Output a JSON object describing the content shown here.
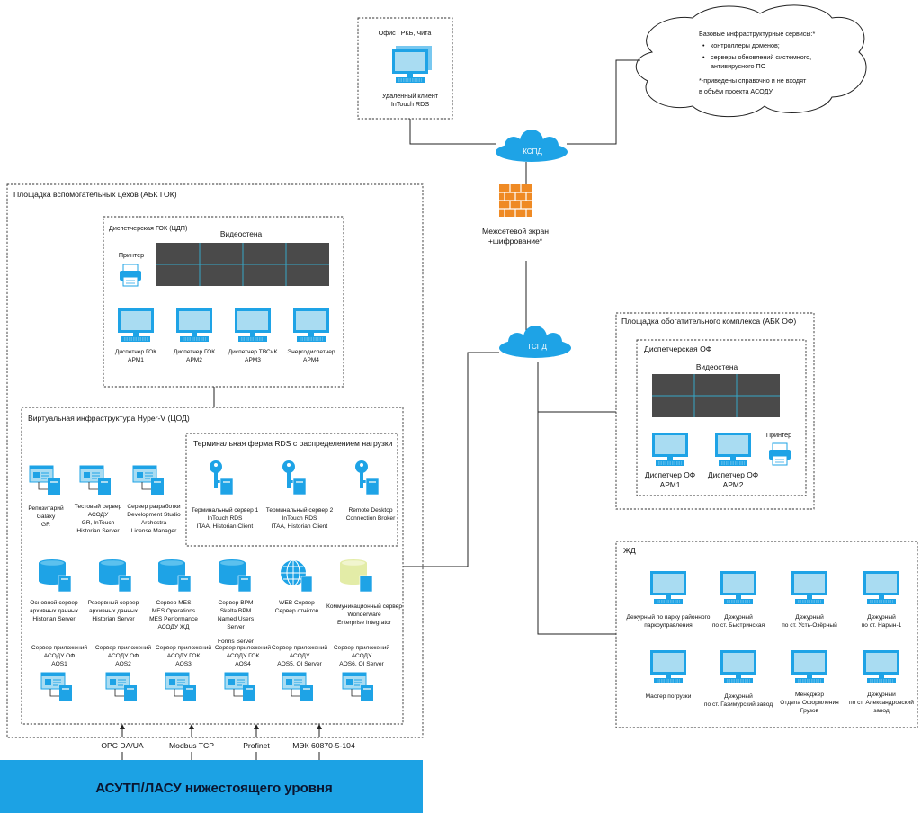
{
  "colors": {
    "accent_blue": "#1ea3e6",
    "band_blue": "#1ca2e4",
    "videowall_dark": "#4a4a4a",
    "videowall_grid": "#35a6c6",
    "icon_light": "#a9dcf2",
    "db_yellow": "#e3eca7"
  },
  "remote_office": {
    "title": "Офис ГРКБ, Чита",
    "client_line1": "Удалённый клиент",
    "client_line2": "InTouch RDS"
  },
  "info_cloud": {
    "title": "Базовые инфраструктурные сервисы:*",
    "bullet1": "контроллеры доменов;",
    "bullet2a": "серверы обновлений системного,",
    "bullet2b": "антивирусного ПО",
    "note1": "*-приведены справочно и не входят",
    "note2": "в объём проекта АСОДУ"
  },
  "network": {
    "kspd": "КСПД",
    "tspd": "ТСПД",
    "firewall_line1": "Межсетевой экран",
    "firewall_line2": "+шифрование*"
  },
  "gok": {
    "title": "Площадка вспомогательных цехов (АБК ГОК)",
    "control_room": {
      "title": "Диспетчерская ГОК (ЦДП)",
      "videowall": "Видеостена",
      "printer": "Принтер",
      "workstations": [
        {
          "line1": "Диспетчер ГОК",
          "line2": "АРМ1"
        },
        {
          "line1": "Диспетчер ГОК",
          "line2": "АРМ2"
        },
        {
          "line1": "Диспетчер ТВСиК",
          "line2": "АРМ3"
        },
        {
          "line1": "Энергодиспетчер",
          "line2": "АРМ4"
        }
      ]
    },
    "virtual": {
      "title": "Виртуальная инфраструктура Hyper-V (ЦОД)",
      "terminal_farm": {
        "title": "Терминальная ферма RDS с распределением нагрузки",
        "servers": [
          {
            "l1": "Терминальный сервер 1",
            "l2": "InTouch RDS",
            "l3": "ITAA, Historian Client"
          },
          {
            "l1": "Терминальный сервер 2",
            "l2": "InTouch RDS",
            "l3": "ITAA, Historian Client"
          },
          {
            "l1": "Remote Desktop",
            "l2": "Connection Broker",
            "l3": ""
          }
        ]
      },
      "app_servers_row1": [
        {
          "l1": "Репозитарий",
          "l2": "Galaxy",
          "l3": "GR",
          "l4": ""
        },
        {
          "l1": "Тестовый сервер",
          "l2": "АСОДУ",
          "l3": "GR, InTouch",
          "l4": "Historian Server"
        },
        {
          "l1": "Сервер разработки",
          "l2": "Development Studio",
          "l3": "Archestra",
          "l4": "License Manager"
        }
      ],
      "db_servers": [
        {
          "l1": "Основной сервер",
          "l2": "архивных данных",
          "l3": "Historian Server",
          "l4": ""
        },
        {
          "l1": "Резервный сервер",
          "l2": "архивных данных",
          "l3": "Historian Server",
          "l4": ""
        },
        {
          "l1": "Сервер MES",
          "l2": "MES Operations",
          "l3": "MES Performance",
          "l4": "АСОДУ ЖД"
        },
        {
          "l1": "Сервер BPM",
          "l2": "Skelta BPM",
          "l3": "Named Users",
          "l4": "Server"
        },
        {
          "l1": "WEB Сервер",
          "l2": "Сервер отчётов",
          "l3": "",
          "l4": ""
        },
        {
          "l1": "Коммуникационный сервер",
          "l2": "Wonderware",
          "l3": "Enterprise Integrator",
          "l4": ""
        }
      ],
      "forms_server": "Forms Server",
      "app_servers_row2": [
        {
          "l1": "Сервер приложений",
          "l2": "АСОДУ ОФ",
          "l3": "AOS1"
        },
        {
          "l1": "Сервер приложений",
          "l2": "АСОДУ ОФ",
          "l3": "AOS2"
        },
        {
          "l1": "Сервер приложений",
          "l2": "АСОДУ ГОК",
          "l3": "AOS3"
        },
        {
          "l1": "Сервер приложений",
          "l2": "АСОДУ ГОК",
          "l3": "AOS4"
        },
        {
          "l1": "Сервер приложений",
          "l2": "АСОДУ",
          "l3": "AOS5, OI Server"
        },
        {
          "l1": "Сервер приложений",
          "l2": "АСОДУ",
          "l3": "AOS6, OI Server"
        }
      ]
    }
  },
  "protocols": [
    "OPC DA/UA",
    "Modbus TCP",
    "Profinet",
    "МЭК 60870-5-104"
  ],
  "lower_level": "АСУТП/ЛАСУ нижестоящего уровня",
  "of": {
    "title": "Площадка обогатительного комплекса (АБК ОФ)",
    "control_room": {
      "title": "Диспетчерская ОФ",
      "videowall": "Видеостена",
      "printer": "Принтер",
      "workstations": [
        {
          "line1": "Диспетчер ОФ",
          "line2": "АРМ1"
        },
        {
          "line1": "Диспетчер ОФ",
          "line2": "АРМ2"
        }
      ]
    }
  },
  "rail": {
    "title": "ЖД",
    "row1": [
      {
        "l1": "Дежурный по парку районного",
        "l2": "паркоуправления",
        "l3": ""
      },
      {
        "l1": "Дежурный",
        "l2": "по ст. Быстринская",
        "l3": ""
      },
      {
        "l1": "Дежурный",
        "l2": "по ст. Усть-Озёрный",
        "l3": ""
      },
      {
        "l1": "Дежурный",
        "l2": "по ст. Нарын-1",
        "l3": ""
      }
    ],
    "row2": [
      {
        "l1": "Мастер погрузки",
        "l2": "",
        "l3": ""
      },
      {
        "l1": "Дежурный",
        "l2": "по ст. Газимурский завод",
        "l3": ""
      },
      {
        "l1": "Менеджер",
        "l2": "Отдела Оформления",
        "l3": "Грузов"
      },
      {
        "l1": "Дежурный",
        "l2": "по ст. Александровский",
        "l3": "завод"
      }
    ]
  }
}
